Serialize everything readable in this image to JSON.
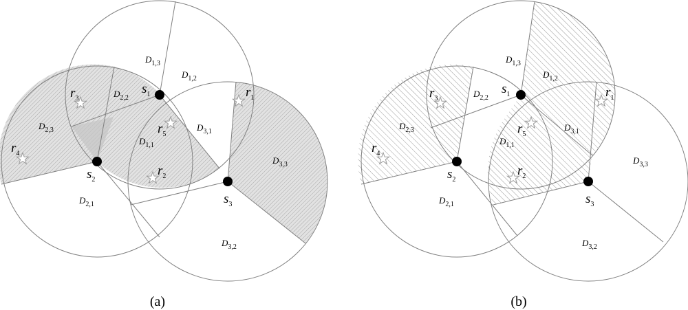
{
  "captions": {
    "a": "(a)",
    "b": "(b)"
  },
  "sensors": [
    {
      "base": "s",
      "sub": "1"
    },
    {
      "base": "s",
      "sub": "2"
    },
    {
      "base": "s",
      "sub": "3"
    }
  ],
  "targets": [
    {
      "base": "r",
      "sub": "1"
    },
    {
      "base": "r",
      "sub": "2"
    },
    {
      "base": "r",
      "sub": "3"
    },
    {
      "base": "r",
      "sub": "4"
    },
    {
      "base": "r",
      "sub": "5"
    }
  ],
  "regions": [
    {
      "base": "D",
      "sub": "1,1"
    },
    {
      "base": "D",
      "sub": "1,2"
    },
    {
      "base": "D",
      "sub": "1,3"
    },
    {
      "base": "D",
      "sub": "2,1"
    },
    {
      "base": "D",
      "sub": "2,2"
    },
    {
      "base": "D",
      "sub": "2,3"
    },
    {
      "base": "D",
      "sub": "3,1"
    },
    {
      "base": "D",
      "sub": "3,2"
    },
    {
      "base": "D",
      "sub": "3,3"
    }
  ],
  "colors": {
    "stroke": "#808080",
    "hatch": "#9a9a9a",
    "node": "#000000",
    "shade": "#d8d8d8"
  }
}
